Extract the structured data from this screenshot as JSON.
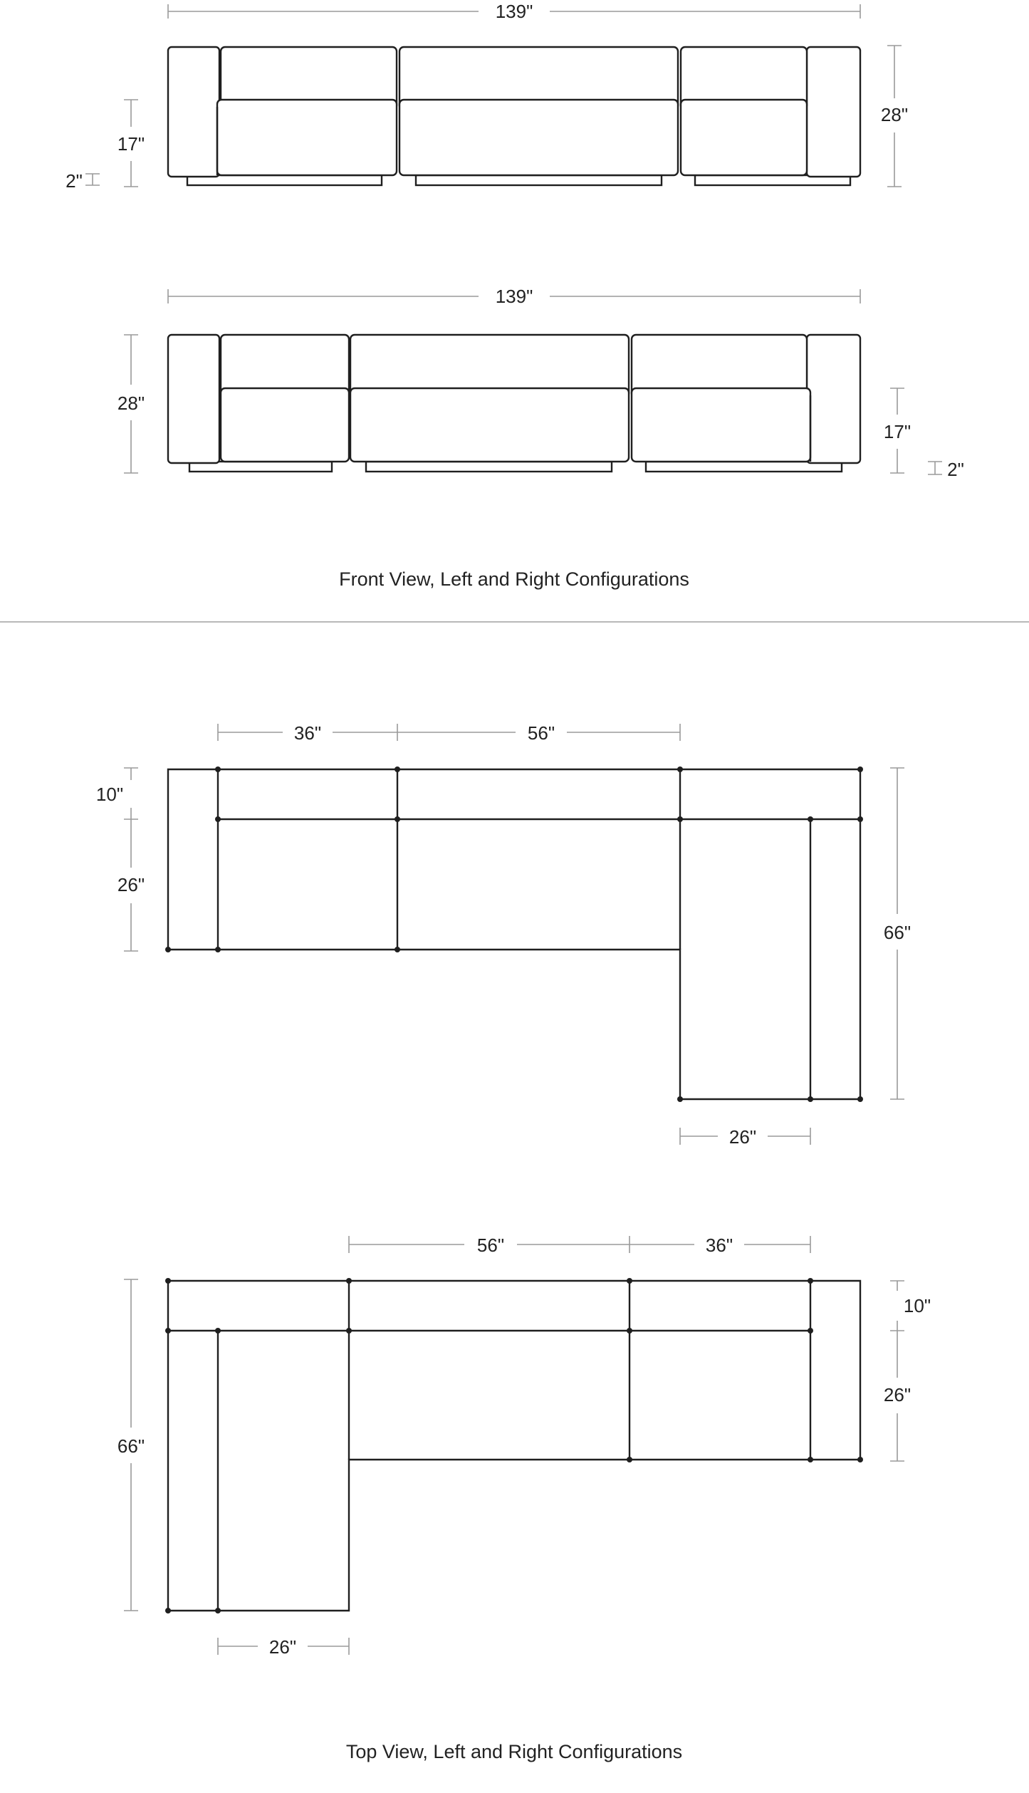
{
  "front_view": {
    "caption": "Front View, Left and Right Configurations",
    "left": {
      "width": "139\"",
      "seat_height": "17\"",
      "leg_height": "2\"",
      "back_height": "28\""
    },
    "right": {
      "width": "139\"",
      "back_height": "28\"",
      "seat_height": "17\"",
      "leg_height": "2\""
    }
  },
  "top_view": {
    "caption": "Top View, Left and Right Configurations",
    "left": {
      "corner_width": "36\"",
      "middle_width": "56\"",
      "back_depth": "10\"",
      "seat_depth": "26\"",
      "total_depth": "66\"",
      "chaise_width": "26\""
    },
    "right": {
      "middle_width": "56\"",
      "corner_width": "36\"",
      "back_depth": "10\"",
      "seat_depth": "26\"",
      "total_depth": "66\"",
      "chaise_width": "26\""
    }
  }
}
